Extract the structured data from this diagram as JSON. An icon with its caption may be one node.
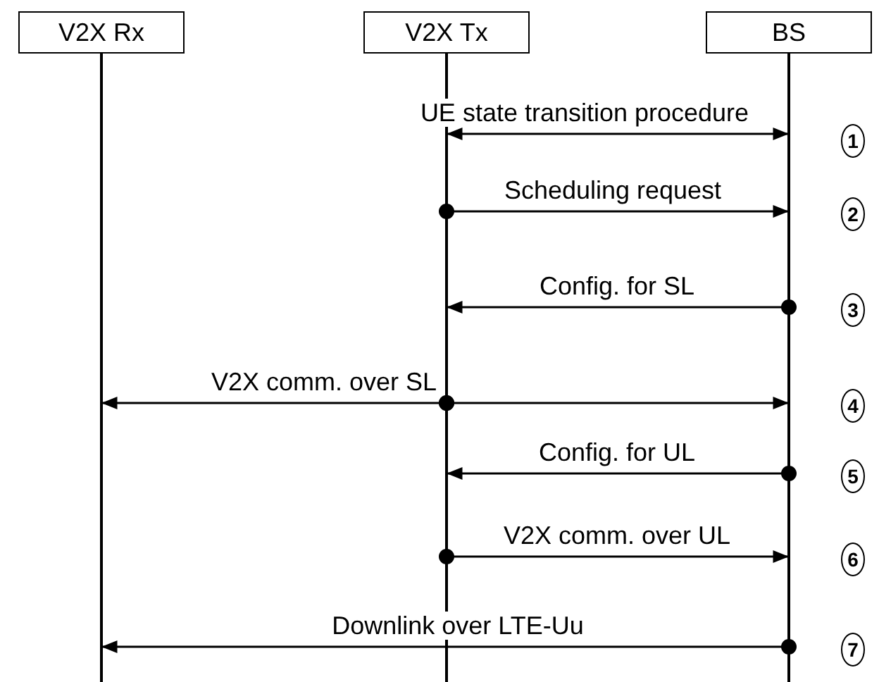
{
  "diagram": {
    "nodes": [
      {
        "text": [
          "V2X Rx"
        ]
      },
      {
        "text": [
          "V2X Tx"
        ]
      },
      {
        "text": [
          "BS"
        ]
      }
    ],
    "edges": [
      {
        "from": 1,
        "to": 2,
        "arrow": "both",
        "label": "UE state transition procedure"
      },
      {
        "from": 1,
        "to": 2,
        "arrow": "to",
        "label": "Scheduling request"
      },
      {
        "from": 2,
        "to": 1,
        "arrow": "to",
        "label": "Config. for SL"
      },
      {
        "from": 1,
        "to": 0,
        "arrow": "to",
        "label": "V2X comm. over SL"
      },
      {
        "from": 1,
        "to": 2,
        "arrow": "to"
      },
      {
        "from": 2,
        "to": 1,
        "arrow": "to",
        "label": "Config. for UL"
      },
      {
        "from": 1,
        "to": 2,
        "arrow": "to",
        "label": "V2X comm. over UL"
      },
      {
        "from": 2,
        "to": 0,
        "arrow": "to",
        "label": "Downlink over LTE-Uu"
      }
    ],
    "labels": [
      "1",
      "2",
      "3",
      "4",
      "5",
      "6",
      "7"
    ]
  }
}
